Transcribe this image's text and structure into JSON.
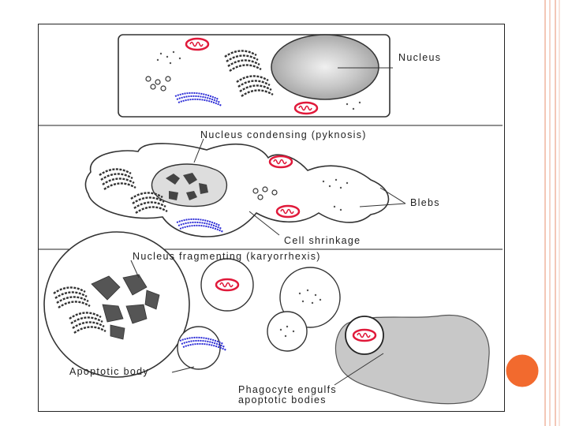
{
  "labels": {
    "nucleus": "Nucleus",
    "nucleus_condensing": "Nucleus condensing (pyknosis)",
    "blebs": "Blebs",
    "cell_shrinkage": "Cell shrinkage",
    "nucleus_fragmenting": "Nucleus fragmenting (karyorrhexis)",
    "apoptotic_body": "Apoptotic body",
    "phagocyte_line1": "Phagocyte engulfs",
    "phagocyte_line2": "apoptotic bodies"
  },
  "colors": {
    "slide_border": "#f3c7b7",
    "accent_circle": "#f26a2e",
    "mitochondria": "#e0193a",
    "endoplasmic_reticulum": "#2b2bd6",
    "phagocyte_fill": "#c8c8c8"
  },
  "icons": {
    "accent": "orange-circle"
  }
}
